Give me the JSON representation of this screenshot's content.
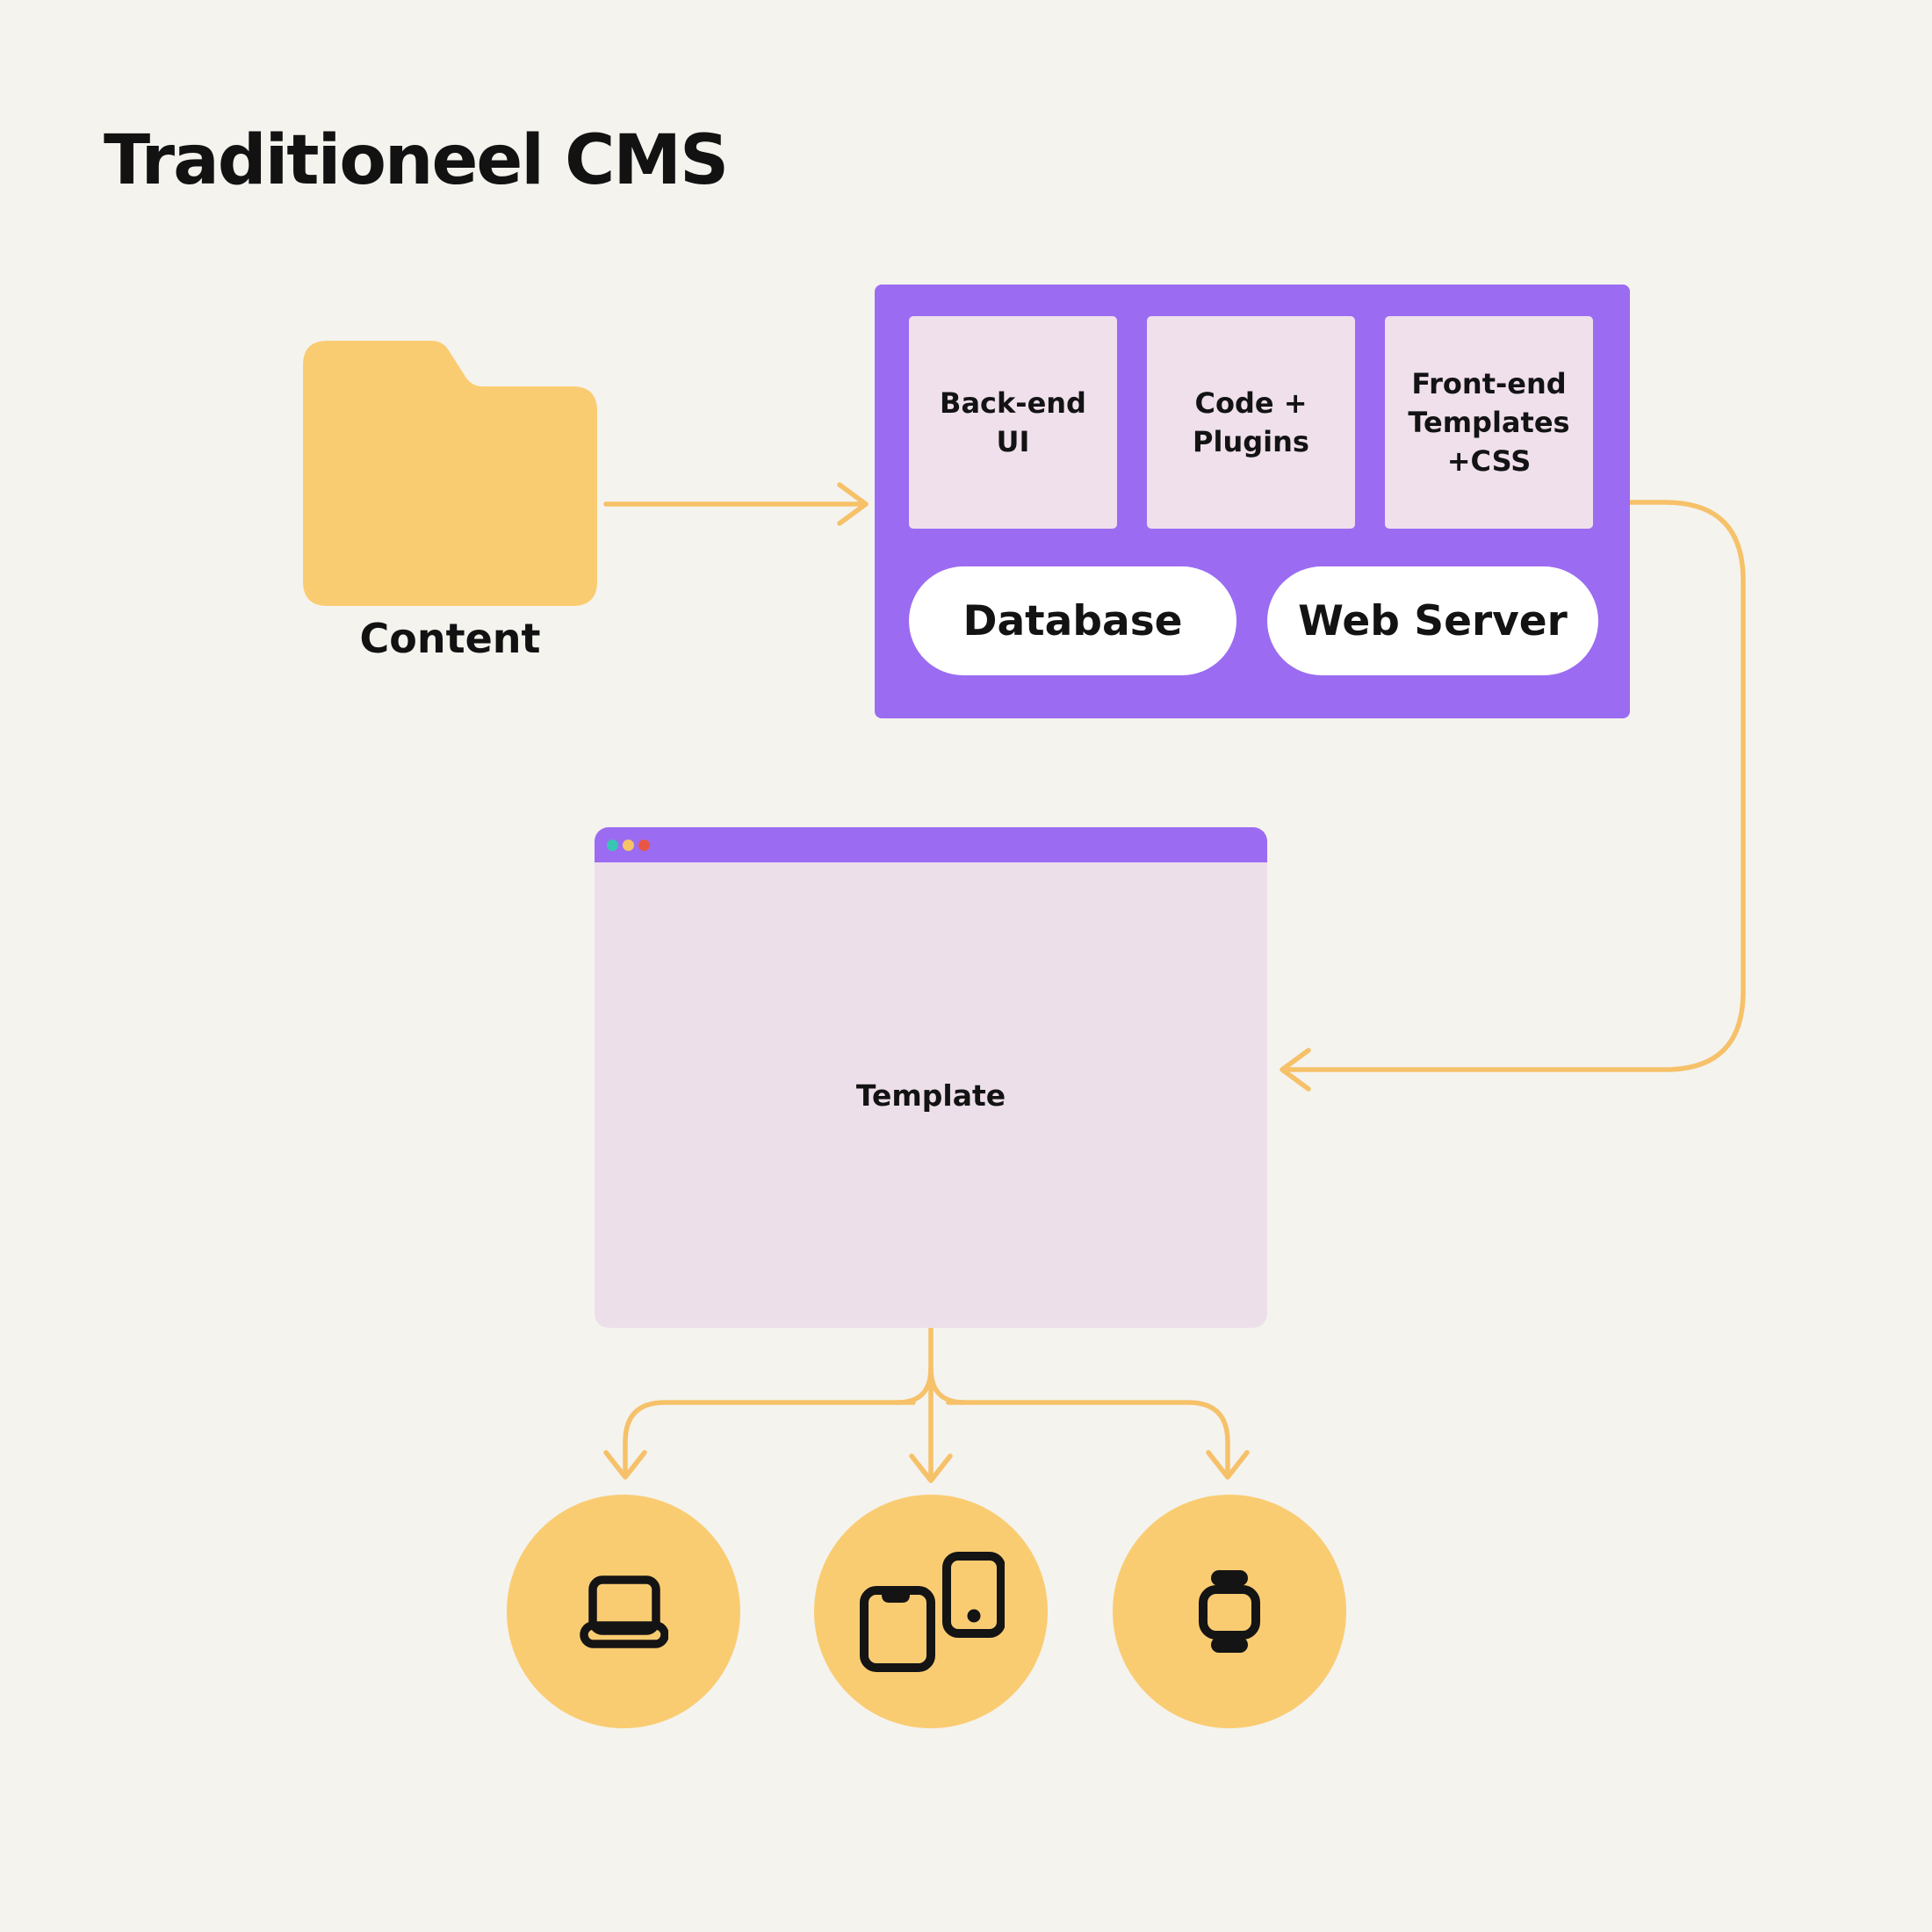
{
  "title": "Traditioneel CMS",
  "content_source": {
    "label": "Content",
    "icon": "folder-icon"
  },
  "cms_box": {
    "components": [
      "Back-end UI",
      "Code + Plugins",
      "Front-end Templates +CSS"
    ],
    "services": [
      "Database",
      "Web Server"
    ]
  },
  "browser_window": {
    "title_label": "Template",
    "window_controls": [
      "teal-dot",
      "yellow-dot",
      "red-dot"
    ]
  },
  "devices": [
    "laptop-icon",
    "phone-and-tablet-icon",
    "smartwatch-icon"
  ],
  "colors": {
    "background": "#F4F3EE",
    "accent_yellow": "#FACC72",
    "arrow_yellow": "#F6C169",
    "accent_purple": "#9B6CF1",
    "panel_pink": "#EFE0EC",
    "window_pink": "#EDDFE9",
    "pill_white": "#FFFFFF",
    "text_black": "#131313",
    "dot_teal": "#38C5B4",
    "dot_yellow": "#F6C466",
    "dot_red": "#E85744"
  }
}
